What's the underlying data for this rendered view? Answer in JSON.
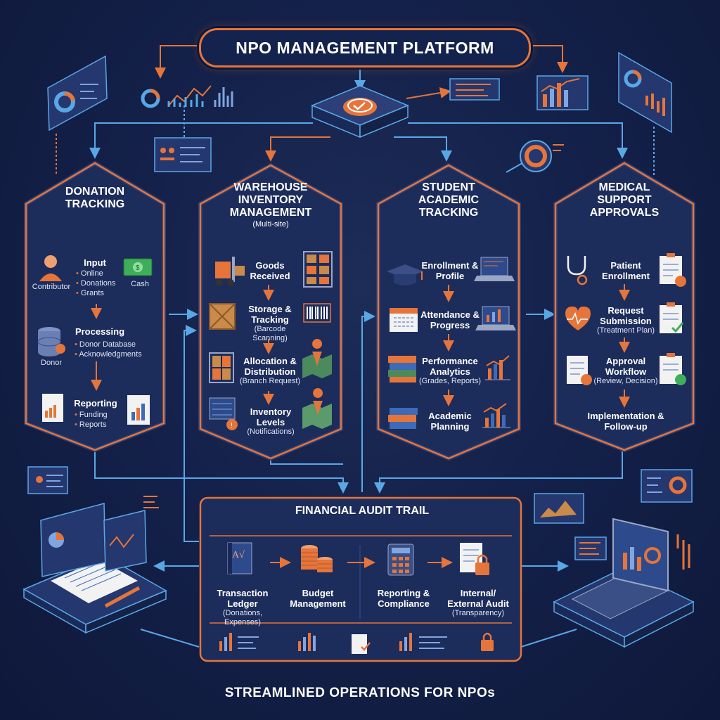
{
  "header": {
    "title": "NPO MANAGEMENT PLATFORM"
  },
  "columns": [
    {
      "title": "DONATION TRACKING",
      "input": {
        "title": "Input",
        "bullets": [
          "Online",
          "Donations",
          "Grants"
        ],
        "left_label": "Contributor",
        "right_label": "Cash"
      },
      "processing": {
        "title": "Processing",
        "bullets": [
          "Donor Database",
          "Acknowledgments"
        ],
        "left_label": "Donor"
      },
      "reporting": {
        "title": "Reporting",
        "bullets": [
          "Funding",
          "Reports"
        ]
      }
    },
    {
      "title": "WAREHOUSE INVENTORY MANAGEMENT",
      "subtitle": "(Multi-site)",
      "steps": [
        {
          "title": "Goods Received",
          "sub": ""
        },
        {
          "title": "Storage & Tracking",
          "sub": "(Barcode Scanning)"
        },
        {
          "title": "Allocation & Distribution",
          "sub": "(Branch Request)"
        },
        {
          "title": "Inventory Levels",
          "sub": "(Notifications)"
        }
      ]
    },
    {
      "title": "STUDENT ACADEMIC TRACKING",
      "steps": [
        {
          "title": "Enrollment & Profile",
          "sub": ""
        },
        {
          "title": "Attendance & Progress",
          "sub": ""
        },
        {
          "title": "Performance Analytics",
          "sub": "(Grades, Reports)"
        },
        {
          "title": "Academic Planning",
          "sub": ""
        }
      ]
    },
    {
      "title": "MEDICAL SUPPORT APPROVALS",
      "steps": [
        {
          "title": "Patient Enrollment",
          "sub": ""
        },
        {
          "title": "Request Submission",
          "sub": "(Treatment Plan)"
        },
        {
          "title": "Approval Workflow",
          "sub": "(Review, Decision)"
        },
        {
          "title": "Implementation & Follow-up",
          "sub": ""
        }
      ]
    }
  ],
  "financial": {
    "title": "FINANCIAL AUDIT TRAIL",
    "steps": [
      {
        "title": "Transaction Ledger",
        "sub": "(Donations, Expenses)"
      },
      {
        "title": "Budget Management",
        "sub": ""
      },
      {
        "title": "Reporting & Compliance",
        "sub": ""
      },
      {
        "title": "Internal/ External Audit",
        "sub": "(Transparency)"
      }
    ],
    "ledger_glyph": "A√"
  },
  "footer": {
    "tagline": "STREAMLINED OPERATIONS FOR NPOs"
  },
  "colors": {
    "accent": "#e5753a",
    "panel": "#1c2c5b",
    "panel_edge": "#2a3d73",
    "line": "#5aa7e6",
    "background": "#14214a"
  }
}
